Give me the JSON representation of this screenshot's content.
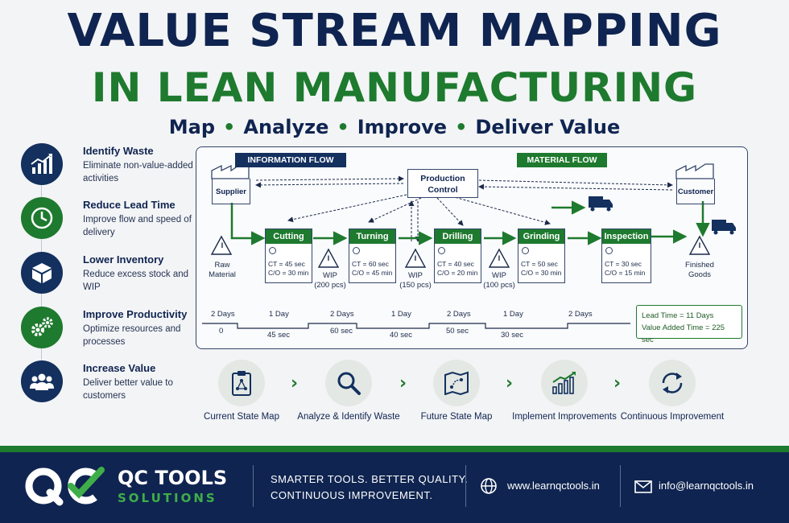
{
  "title_line1": "VALUE STREAM MAPPING",
  "title_line2": "IN LEAN MANUFACTURING",
  "subtitle": [
    "Map",
    "Analyze",
    "Improve",
    "Deliver Value"
  ],
  "benefits": [
    {
      "title": "Identify Waste",
      "desc": "Eliminate non-value-added activities",
      "icon": "chart-up-icon",
      "color": "#13305e"
    },
    {
      "title": "Reduce Lead Time",
      "desc": "Improve flow and speed of delivery",
      "icon": "clock-icon",
      "color": "#1e7a2e"
    },
    {
      "title": "Lower Inventory",
      "desc": "Reduce excess stock and WIP",
      "icon": "box-icon",
      "color": "#13305e"
    },
    {
      "title": "Improve Productivity",
      "desc": "Optimize resources and processes",
      "icon": "gears-icon",
      "color": "#1e7a2e"
    },
    {
      "title": "Increase Value",
      "desc": "Deliver better value to customers",
      "icon": "people-icon",
      "color": "#13305e"
    }
  ],
  "map": {
    "information_flow": "INFORMATION FLOW",
    "material_flow": "MATERIAL FLOW",
    "production_control": "Production Control",
    "supplier": "Supplier",
    "customer": "Customer",
    "raw_material": "Raw Material",
    "finished_goods": "Finished Goods",
    "inventory_symbol": "I",
    "processes": [
      {
        "name": "Cutting",
        "ct": "CT = 45 sec",
        "co": "C/O = 30 min"
      },
      {
        "name": "Turning",
        "ct": "CT = 60 sec",
        "co": "C/O = 45 min"
      },
      {
        "name": "Drilling",
        "ct": "CT = 40 sec",
        "co": "C/O = 20 min"
      },
      {
        "name": "Grinding",
        "ct": "CT = 50 sec",
        "co": "C/O = 30 min"
      },
      {
        "name": "Inspection",
        "ct": "CT = 30 sec",
        "co": "C/O = 15 min"
      }
    ],
    "wip": [
      {
        "label": "WIP",
        "qty": "(200 pcs)"
      },
      {
        "label": "WIP",
        "qty": "(150 pcs)"
      },
      {
        "label": "WIP",
        "qty": "(100 pcs)"
      }
    ],
    "timeline_days": [
      "2 Days",
      "1 Day",
      "2 Days",
      "1 Day",
      "2 Days",
      "1 Day",
      "2 Days"
    ],
    "timeline_secs": [
      "0",
      "45 sec",
      "60 sec",
      "40 sec",
      "50 sec",
      "30 sec"
    ],
    "lead_time": "Lead Time = 11 Days",
    "value_added_time": "Value Added Time = 225 sec"
  },
  "steps": [
    {
      "label": "Current State Map",
      "icon": "clipboard-icon"
    },
    {
      "label": "Analyze & Identify Waste",
      "icon": "magnifier-icon"
    },
    {
      "label": "Future State Map",
      "icon": "map-icon"
    },
    {
      "label": "Implement Improvements",
      "icon": "growth-chart-icon"
    },
    {
      "label": "Continuous Improvement",
      "icon": "cycle-icon"
    }
  ],
  "footer": {
    "logo": "QC",
    "brand1": "QC TOOLS",
    "brand2": "SOLUTIONS",
    "tagline1": "SMARTER TOOLS. BETTER QUALITY.",
    "tagline2": "CONTINUOUS IMPROVEMENT.",
    "website": "www.learnqctools.in",
    "email": "info@learnqctools.in"
  },
  "colors": {
    "navy": "#0f2450",
    "green": "#1e7a2e",
    "light_green": "#3fae49"
  }
}
